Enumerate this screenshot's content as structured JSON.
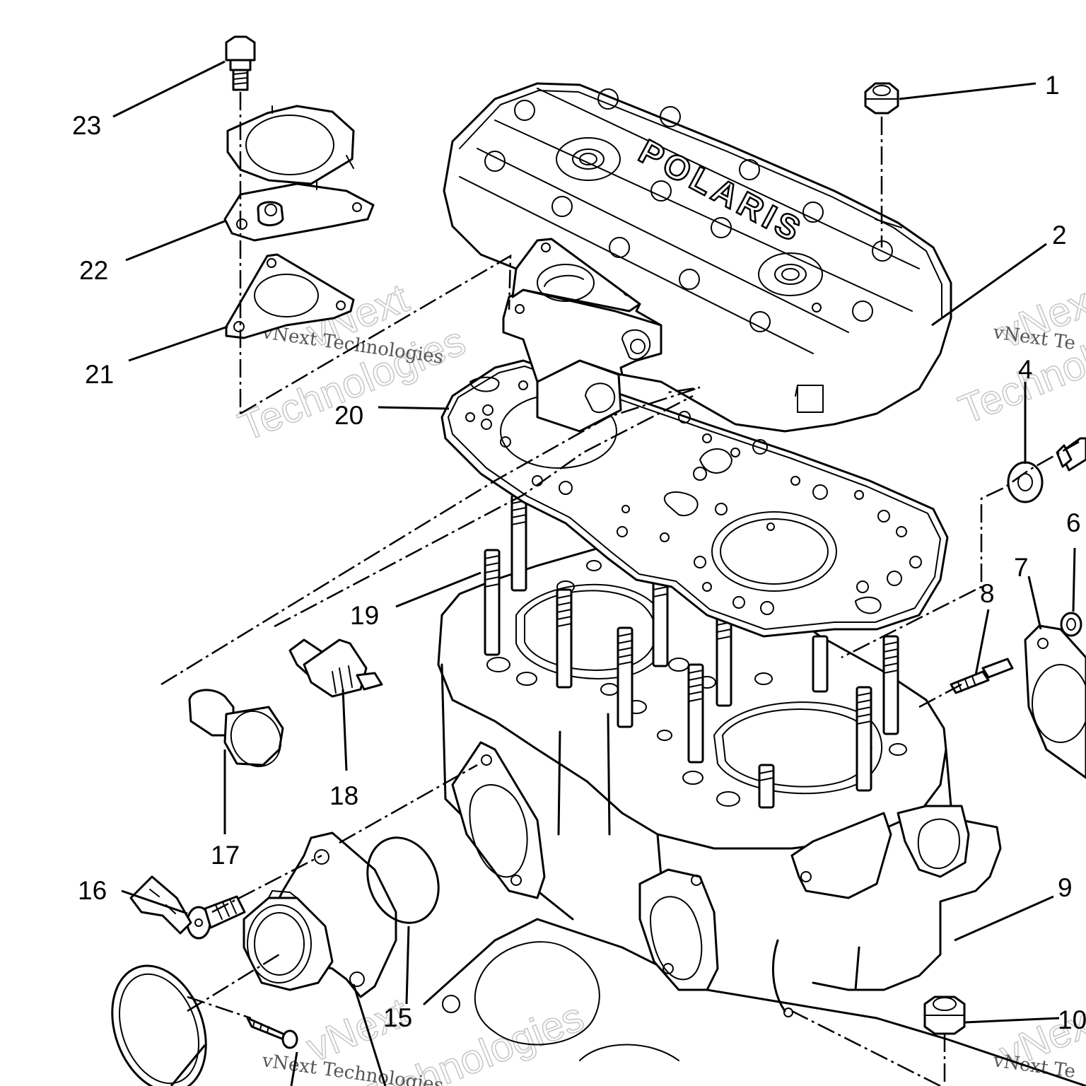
{
  "brand_text": "POLARIS",
  "watermark": {
    "line1": "vNext",
    "line2": "Technologies",
    "small": "vNext Technologies",
    "small_partial_right": "vNext Te",
    "small_partial_bottom": "vNext Technologies",
    "small_partial_bottom_right": "vNext Te"
  },
  "callouts": [
    {
      "label": "1"
    },
    {
      "label": "2"
    },
    {
      "label": "4"
    },
    {
      "label": "6"
    },
    {
      "label": "7"
    },
    {
      "label": "8"
    },
    {
      "label": "9"
    },
    {
      "label": "10"
    },
    {
      "label": "15"
    },
    {
      "label": "16"
    },
    {
      "label": "17"
    },
    {
      "label": "18"
    },
    {
      "label": "19"
    },
    {
      "label": "20"
    },
    {
      "label": "21"
    },
    {
      "label": "22"
    },
    {
      "label": "23"
    }
  ]
}
